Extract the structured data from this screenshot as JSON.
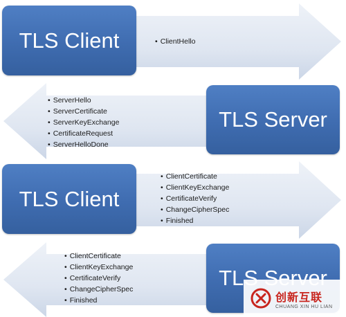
{
  "rows": [
    {
      "box_label": "TLS Client",
      "items": [
        "ClientHello"
      ]
    },
    {
      "box_label": "TLS Server",
      "items": [
        "ServerHello",
        "ServerCertificate",
        "ServerKeyExchange",
        "CertificateRequest",
        "ServerHelloDone"
      ]
    },
    {
      "box_label": "TLS Client",
      "items": [
        "ClientCertificate",
        "ClientKeyExchange",
        "CertificateVerify",
        "ChangeCipherSpec",
        "Finished"
      ]
    },
    {
      "box_label": "TLS Server",
      "items": [
        "ClientCertificate",
        "ClientKeyExchange",
        "CertificateVerify",
        "ChangeCipherSpec",
        "Finished"
      ]
    }
  ],
  "watermark": {
    "chinese": "创新互联",
    "pinyin": "CHUANG XIN HU LIAN"
  },
  "colors": {
    "box": "#3f6cb0",
    "arrow_light": "#e6ecf5",
    "arrow_dark": "#c4d1e4",
    "watermark_red": "#c8251e"
  },
  "icons": [
    "watermark-logo-icon"
  ]
}
